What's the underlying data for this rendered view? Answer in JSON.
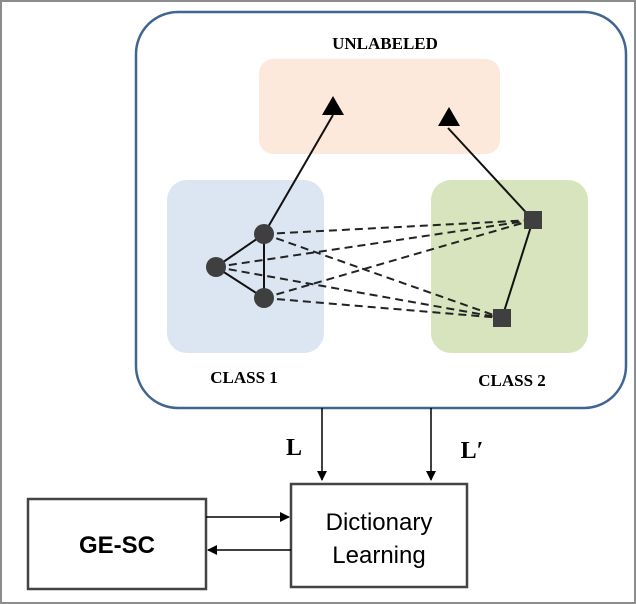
{
  "diagram": {
    "unlabeled_label": "UNLABELED",
    "class1_label": "CLASS 1",
    "class2_label": "CLASS 2",
    "edge_label_L": "L",
    "edge_label_Lprime": "L′",
    "gesc_label": "GE-SC",
    "dict_label_line1": "Dictionary",
    "dict_label_line2": "Learning",
    "colors": {
      "container_border": "#3f6593",
      "unlabeled_fill": "#fde9db",
      "class1_fill": "#dce6f2",
      "class2_fill": "#d7e4bd",
      "node_fill": "#3f3f3f",
      "frame_border": "#8c8c8c"
    }
  }
}
